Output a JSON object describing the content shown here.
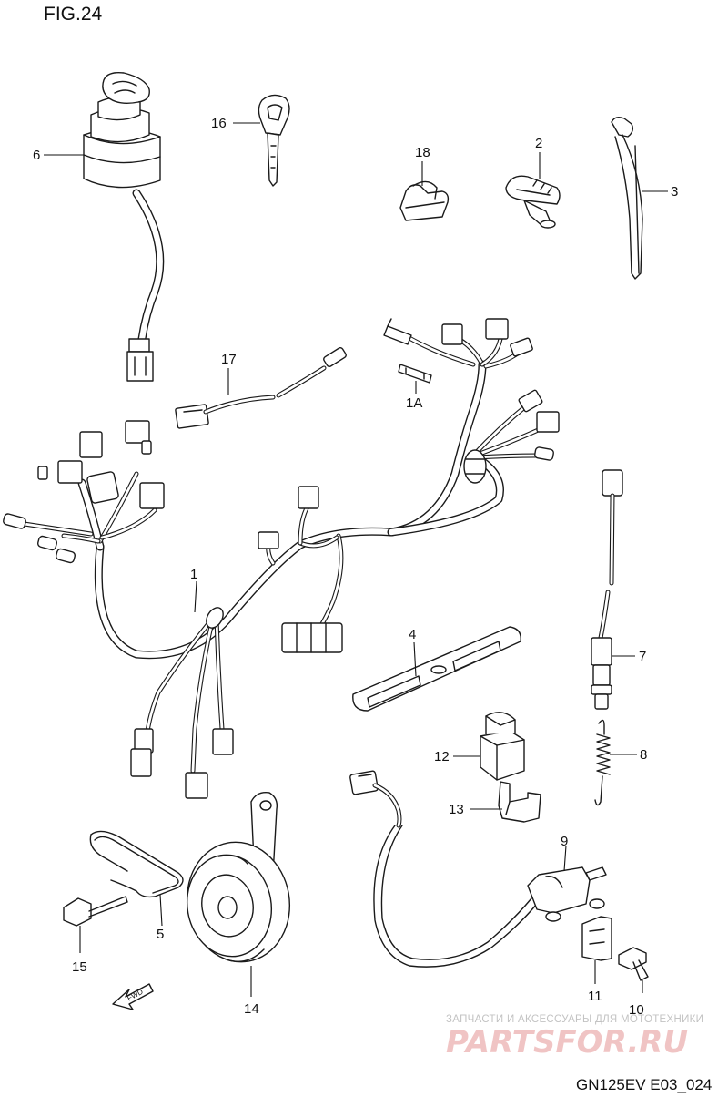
{
  "figure": {
    "title": "FIG.24",
    "code": "GN125EV E03_024"
  },
  "watermark": {
    "tagline": "ЗАПЧАСТИ И АКСЕССУАРЫ ДЛЯ МОТОТЕХНИКИ",
    "brand": "PARTSFOR.RU"
  },
  "fwd_marker": "FWD",
  "parts": {
    "p1": "1",
    "p1a": "1A",
    "p2": "2",
    "p3": "3",
    "p4": "4",
    "p5": "5",
    "p6": "6",
    "p7": "7",
    "p8": "8",
    "p9": "9",
    "p10": "10",
    "p11": "11",
    "p12": "12",
    "p13": "13",
    "p14": "14",
    "p15": "15",
    "p16": "16",
    "p17": "17",
    "p18": "18"
  }
}
